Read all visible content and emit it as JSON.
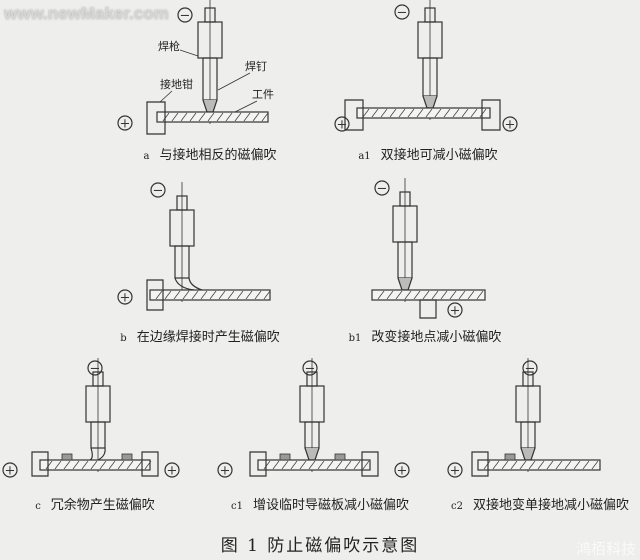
{
  "watermark": "www.newMaker.com",
  "corner_mark": "鸿栢科技",
  "title": "图 1 防止磁偏吹示意图",
  "callouts": {
    "gun": "焊枪",
    "stud": "焊钉",
    "clamp": "接地钳",
    "workpiece": "工件"
  },
  "symbols": {
    "minus": "−",
    "plus": "+"
  },
  "panels": [
    {
      "id": "a",
      "caption": "与接地相反的磁偏吹"
    },
    {
      "id": "a1",
      "caption": "双接地可减小磁偏吹"
    },
    {
      "id": "b",
      "caption": "在边缘焊接时产生磁偏吹"
    },
    {
      "id": "b1",
      "caption": "改变接地点减小磁偏吹"
    },
    {
      "id": "c",
      "caption": "冗余物产生磁偏吹"
    },
    {
      "id": "c1",
      "caption": "增设临时导磁板减小磁偏吹"
    },
    {
      "id": "c2",
      "caption": "双接地变单接地减小磁偏吹"
    }
  ]
}
